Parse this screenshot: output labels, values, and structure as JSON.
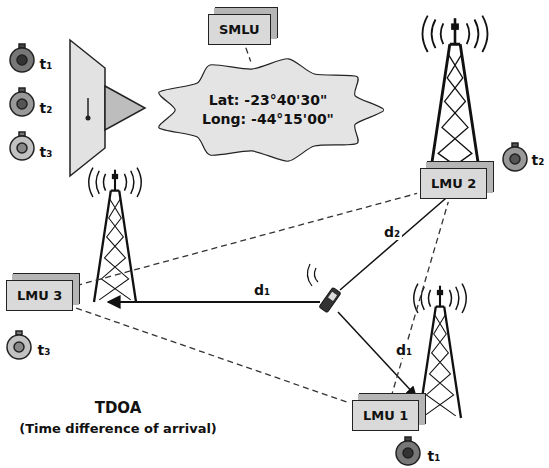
{
  "diagram": {
    "title": "TDOA",
    "caption": "(Time difference of arrival)",
    "nodes": [
      {
        "text": [
          "SMLU"
        ]
      },
      {
        "text": [
          "Lat: -23°40'30\"",
          "Long: -44°15'00\""
        ]
      },
      {
        "text": [
          "LMU 2"
        ]
      },
      {
        "text": [
          "LMU 3"
        ]
      },
      {
        "text": [
          "LMU 1"
        ]
      }
    ],
    "edges": [
      {
        "from": 0,
        "to": 1,
        "arrow": "none"
      },
      {
        "from": 3,
        "to": 2,
        "arrow": "none"
      },
      {
        "from": 3,
        "to": 4,
        "arrow": "none"
      },
      {
        "from": 4,
        "to": 2,
        "arrow": "none"
      }
    ],
    "labels": [
      "t₁",
      "t₂",
      "t₃",
      "t₂",
      "d₂",
      "t₃",
      "d₁",
      "d₁",
      "t₁"
    ]
  }
}
